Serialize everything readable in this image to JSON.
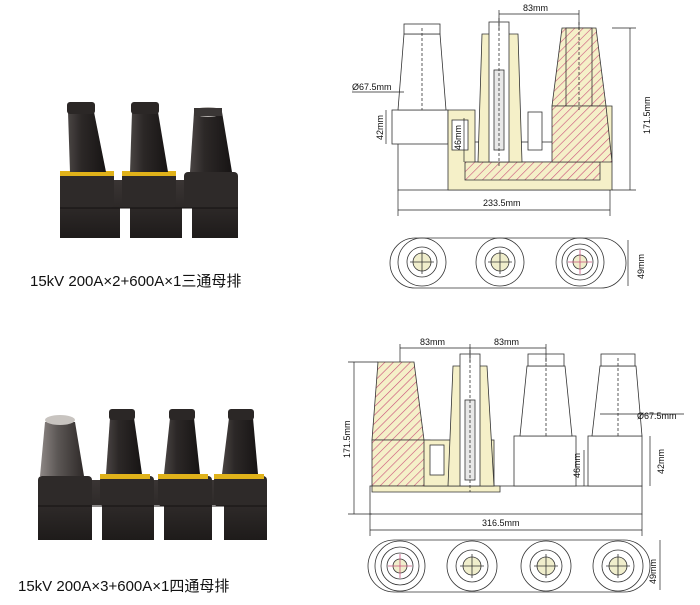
{
  "products": [
    {
      "caption": "15kV 200A×2+600A×1三通母排",
      "dims": {
        "pitch": "83mm",
        "diameter": "Ø67.5mm",
        "height_42": "42mm",
        "height_46": "46mm",
        "total_height": "171.5mm",
        "total_length": "233.5mm",
        "width": "49mm"
      }
    },
    {
      "caption": "15kV 200A×3+600A×1四通母排",
      "dims": {
        "pitch_a": "83mm",
        "pitch_b": "83mm",
        "diameter": "Ø67.5mm",
        "height_42": "42mm",
        "height_46": "46mm",
        "total_height": "171.5mm",
        "total_length": "316.5mm",
        "width": "49mm"
      }
    }
  ],
  "colors": {
    "body": "#2b2726",
    "band": "#e0b21a",
    "section_fill": "#f5f0c8",
    "hatch": "#c9507a"
  }
}
